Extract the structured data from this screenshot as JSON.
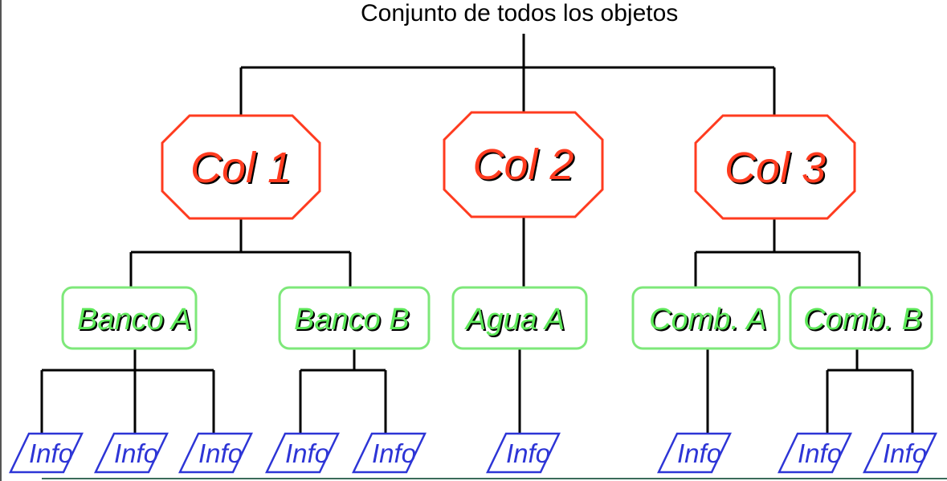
{
  "diagram": {
    "root": {
      "label": "Conjunto de todos los objetos"
    },
    "collections": [
      {
        "label": "Col 1"
      },
      {
        "label": "Col 2"
      },
      {
        "label": "Col 3"
      }
    ],
    "subcollections": [
      {
        "label": "Banco A"
      },
      {
        "label": "Banco B"
      },
      {
        "label": "Agua A"
      },
      {
        "label": "Comb. A"
      },
      {
        "label": "Comb. B"
      }
    ],
    "objects": [
      {
        "label": "Info"
      },
      {
        "label": "Info"
      },
      {
        "label": "Info"
      },
      {
        "label": "Info"
      },
      {
        "label": "Info"
      },
      {
        "label": "Info"
      },
      {
        "label": "Info"
      },
      {
        "label": "Info"
      },
      {
        "label": "Info"
      }
    ]
  },
  "colors": {
    "connector": "#000000",
    "collection_border": "#ff3b1f",
    "subcollection_border": "#7ee87a",
    "object_border": "#2d35d6",
    "frame_border": "#555555",
    "baseline": "#3a6b5a"
  }
}
